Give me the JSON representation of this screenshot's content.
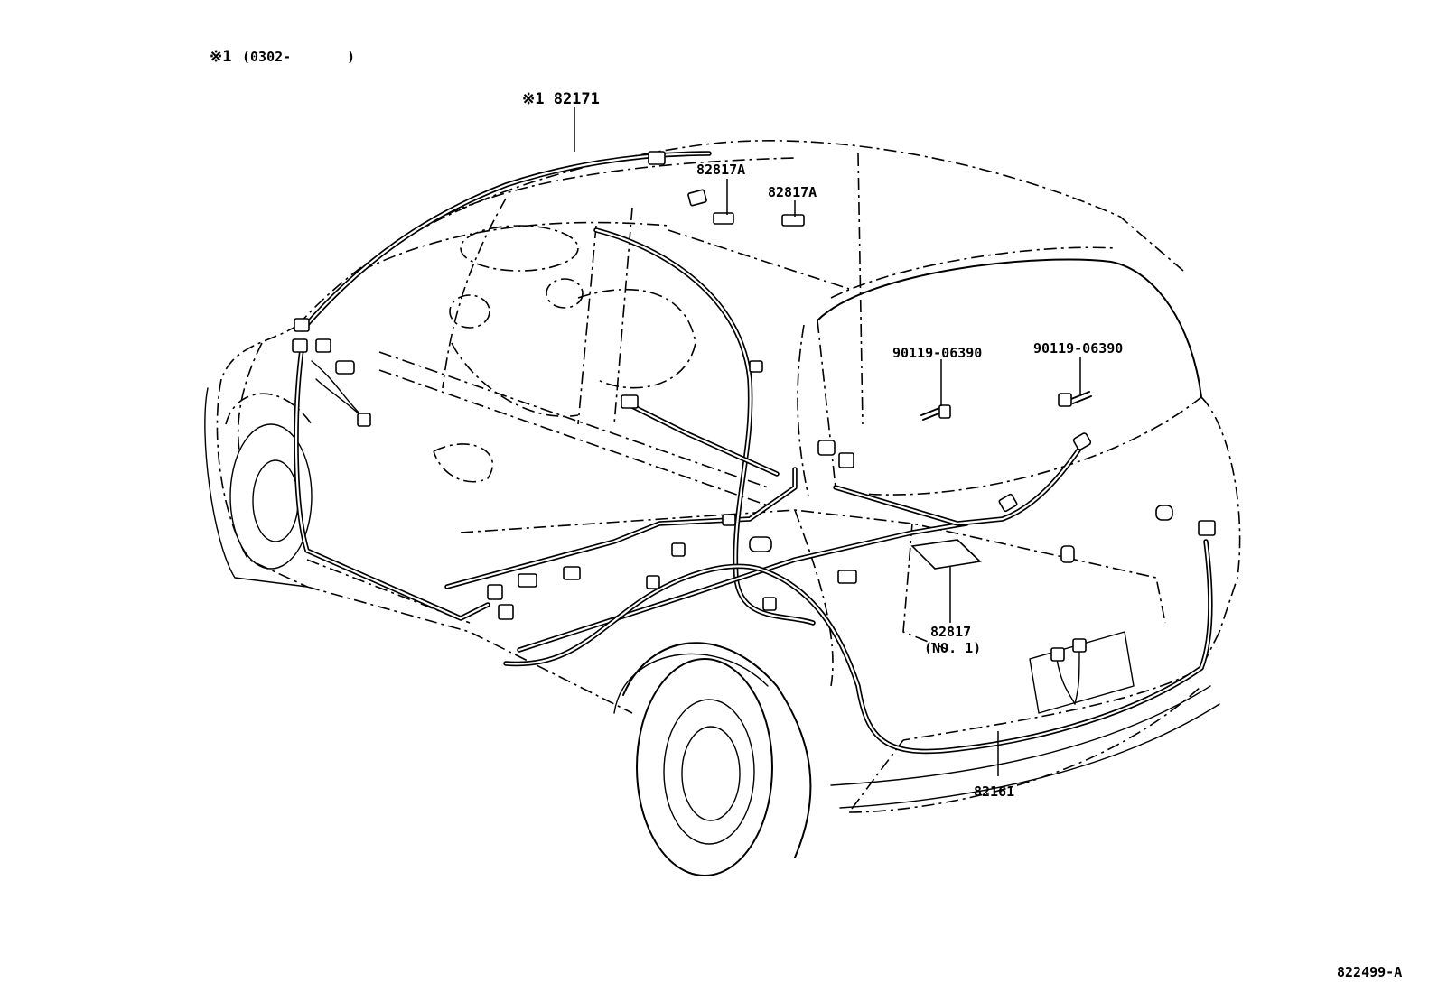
{
  "header": {
    "note_mark": "※1",
    "note_range": "(0302-",
    "note_close": ")"
  },
  "callouts": {
    "roof_harness": "※1 82171",
    "clamp_a_1": "82817A",
    "clamp_a_2": "82817A",
    "bolt_1": "90119-06390",
    "bolt_2": "90119-06390",
    "protector": "82817",
    "protector_no": "(NO. 1)",
    "floor_harness": "82161"
  },
  "footer": {
    "figure_id": "822499-A"
  }
}
